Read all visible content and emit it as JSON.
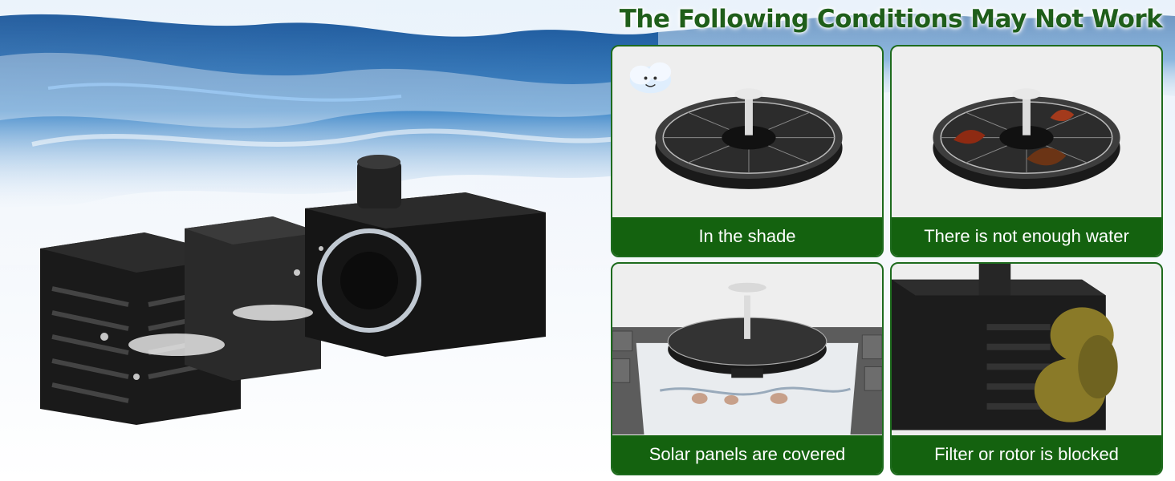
{
  "title": "The Following Conditions May Not Work",
  "panels": [
    {
      "caption": "In the shade",
      "illustration": "solar-fountain-with-cloud"
    },
    {
      "caption": "There is not enough water",
      "illustration": "solar-fountain-with-leaves"
    },
    {
      "caption": "Solar panels are covered",
      "illustration": "solar-fountain-in-basin"
    },
    {
      "caption": "Filter or rotor is blocked",
      "illustration": "pump-filter-with-debris"
    }
  ],
  "colors": {
    "title_green": "#1f5e1a",
    "caption_bg": "#14620f",
    "panel_border": "#1e6b1e",
    "water_blue": "#1a5fa8"
  }
}
